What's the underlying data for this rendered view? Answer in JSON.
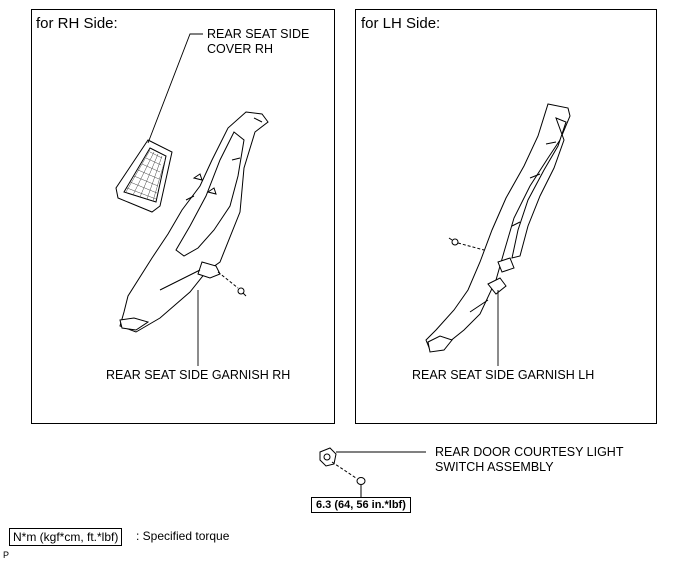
{
  "rh_panel": {
    "title": "for RH Side:",
    "cover_label_line1": "REAR SEAT SIDE",
    "cover_label_line2": "COVER RH",
    "garnish_label": "REAR SEAT SIDE GARNISH RH"
  },
  "lh_panel": {
    "title": "for LH Side:",
    "garnish_label": "REAR SEAT SIDE GARNISH LH"
  },
  "switch": {
    "label_line1": "REAR DOOR COURTESY LIGHT",
    "label_line2": "SWITCH ASSEMBLY",
    "torque": "6.3 (64, 56 in.*lbf)"
  },
  "legend": {
    "unit": "N*m (kgf*cm, ft.*lbf)",
    "text": ": Specified torque"
  },
  "corner_mark": "P"
}
